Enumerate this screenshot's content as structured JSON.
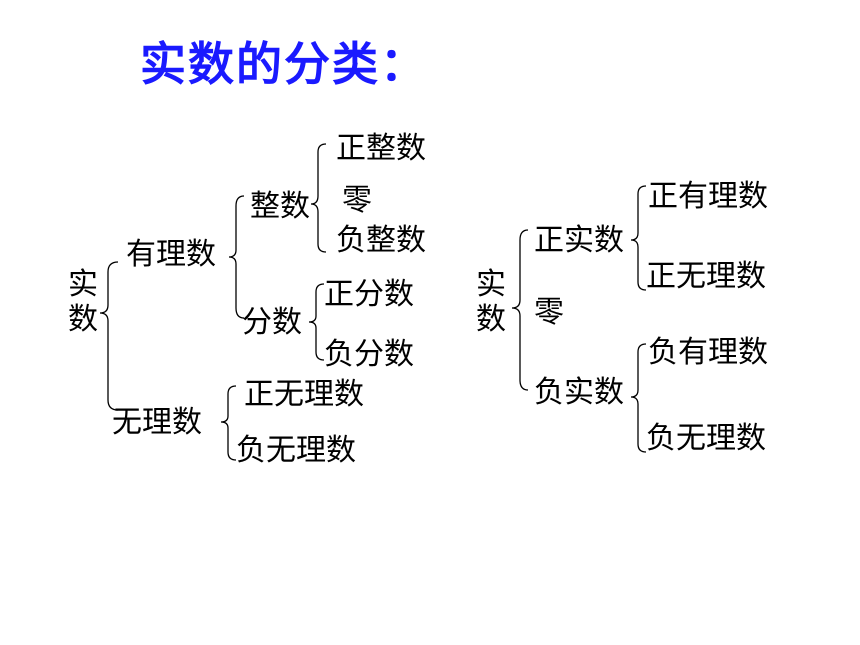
{
  "title": "实数的分类：",
  "tree1": {
    "root": "实数",
    "rational": "有理数",
    "integer": "整数",
    "pos_integer": "正整数",
    "zero": "零",
    "neg_integer": "负整数",
    "fraction": "分数",
    "pos_fraction": "正分数",
    "neg_fraction": "负分数",
    "irrational": "无理数",
    "pos_irrational": "正无理数",
    "neg_irrational": "负无理数"
  },
  "tree2": {
    "root": "实数",
    "positive_real": "正实数",
    "pos_rational": "正有理数",
    "pos_irrational": "正无理数",
    "zero": "零",
    "negative_real": "负实数",
    "neg_rational": "负有理数",
    "neg_irrational": "负无理数"
  }
}
